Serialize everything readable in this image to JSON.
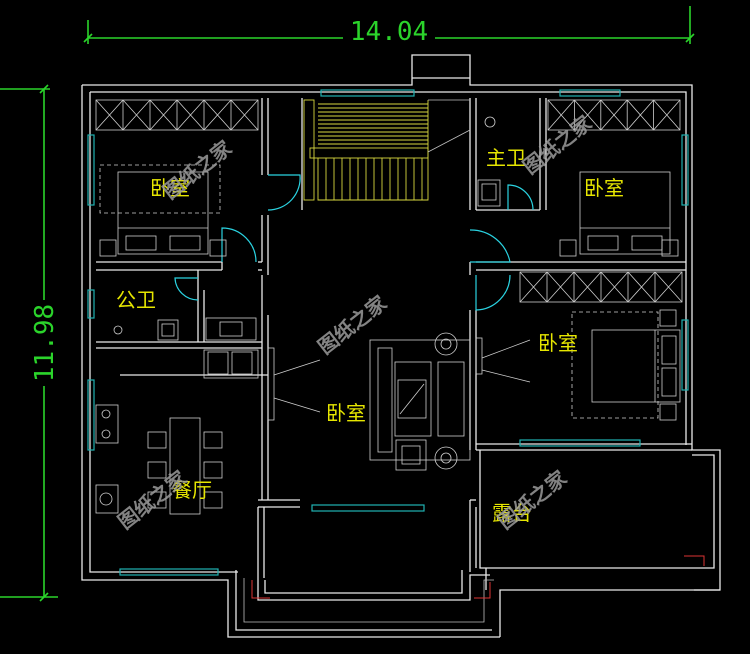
{
  "dimensions": {
    "width_label": "14.04",
    "height_label": "11.98"
  },
  "rooms": {
    "bedroom_nw": "卧室",
    "master_bath": "主卫",
    "bedroom_ne": "卧室",
    "public_bath": "公卫",
    "bedroom_e": "卧室",
    "bedroom_center": "卧室",
    "dining": "餐厅",
    "terrace": "露台"
  },
  "watermarks": [
    "图纸之家",
    "图纸之家",
    "图纸之家",
    "图纸之家",
    "图纸之家"
  ],
  "colors": {
    "background": "#000000",
    "dimension": "#2bd42b",
    "room_label": "#e6e600",
    "window": "#20b2b2",
    "wall": "#e9e9e9"
  }
}
